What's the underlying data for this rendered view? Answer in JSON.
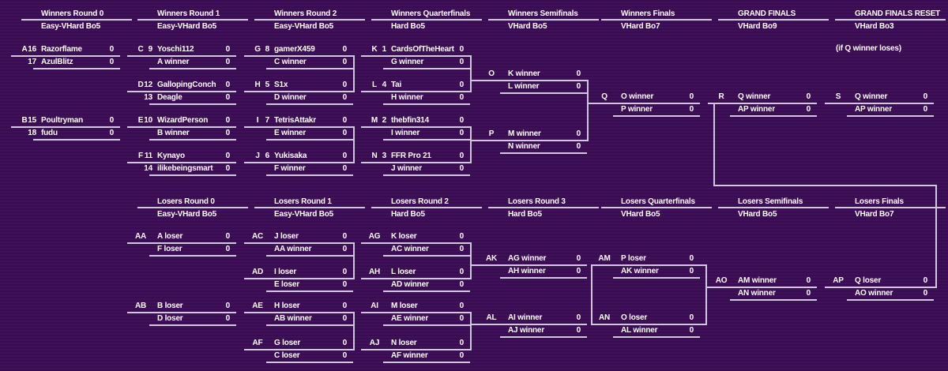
{
  "bracket": {
    "colors": {
      "background": "#3c0d55",
      "line": "#d0c8db",
      "text": "#ffffff"
    },
    "winners_headers": [
      {
        "col": 0,
        "title": "Winners Round 0",
        "subtitle": "Easy-VHard Bo5"
      },
      {
        "col": 1,
        "title": "Winners Round 1",
        "subtitle": "Easy-VHard Bo5"
      },
      {
        "col": 2,
        "title": "Winners Round 2",
        "subtitle": "Easy-VHard Bo5"
      },
      {
        "col": 3,
        "title": "Winners Quarterfinals",
        "subtitle": "Hard Bo5"
      },
      {
        "col": 4,
        "title": "Winners Semifinals",
        "subtitle": "VHard Bo5"
      },
      {
        "col": 5,
        "title": "Winners Finals",
        "subtitle": "VHard Bo7"
      },
      {
        "col": 6,
        "title": "GRAND FINALS",
        "subtitle": "VHard Bo9"
      },
      {
        "col": 7,
        "title": "GRAND FINALS RESET",
        "subtitle": "VHard Bo3"
      }
    ],
    "losers_headers": [
      {
        "col": 1,
        "title": "Losers Round 0",
        "subtitle": "Easy-VHard Bo5"
      },
      {
        "col": 2,
        "title": "Losers Round 1",
        "subtitle": "Easy-VHard Bo5"
      },
      {
        "col": 3,
        "title": "Losers Round 2",
        "subtitle": "Hard Bo5"
      },
      {
        "col": 4,
        "title": "Losers Round 3",
        "subtitle": "Hard Bo5"
      },
      {
        "col": 5,
        "title": "Losers Quarterfinals",
        "subtitle": "VHard Bo5"
      },
      {
        "col": 6,
        "title": "Losers Semifinals",
        "subtitle": "VHard Bo5"
      },
      {
        "col": 7,
        "title": "Losers Finals",
        "subtitle": "VHard Bo7"
      }
    ],
    "reset_note": "(if Q winner loses)",
    "matches": [
      {
        "label": "A",
        "slots": [
          {
            "seed": "16",
            "name": "Razorflame",
            "score": "0"
          },
          {
            "seed": "17",
            "name": "AzulBlitz",
            "score": "0"
          }
        ]
      },
      {
        "label": "B",
        "slots": [
          {
            "seed": "15",
            "name": "Poultryman",
            "score": "0"
          },
          {
            "seed": "18",
            "name": "fudu",
            "score": "0"
          }
        ]
      },
      {
        "label": "C",
        "slots": [
          {
            "seed": "9",
            "name": "Yoschi112",
            "score": "0"
          },
          {
            "seed": "",
            "name": "A winner",
            "score": "0"
          }
        ]
      },
      {
        "label": "D",
        "slots": [
          {
            "seed": "12",
            "name": "GallopingConch",
            "score": "0"
          },
          {
            "seed": "13",
            "name": "Deagle",
            "score": "0"
          }
        ]
      },
      {
        "label": "E",
        "slots": [
          {
            "seed": "10",
            "name": "WizardPerson",
            "score": "0"
          },
          {
            "seed": "",
            "name": "B winner",
            "score": "0"
          }
        ]
      },
      {
        "label": "F",
        "slots": [
          {
            "seed": "11",
            "name": "Kynayo",
            "score": "0"
          },
          {
            "seed": "14",
            "name": "ilikebeingsmart",
            "score": "0"
          }
        ]
      },
      {
        "label": "G",
        "slots": [
          {
            "seed": "8",
            "name": "gamerX459",
            "score": "0"
          },
          {
            "seed": "",
            "name": "C winner",
            "score": "0"
          }
        ]
      },
      {
        "label": "H",
        "slots": [
          {
            "seed": "5",
            "name": "S1x",
            "score": "0"
          },
          {
            "seed": "",
            "name": "D winner",
            "score": "0"
          }
        ]
      },
      {
        "label": "I",
        "slots": [
          {
            "seed": "7",
            "name": "TetrisAttakr",
            "score": "0"
          },
          {
            "seed": "",
            "name": "E winner",
            "score": "0"
          }
        ]
      },
      {
        "label": "J",
        "slots": [
          {
            "seed": "6",
            "name": "Yukisaka",
            "score": "0"
          },
          {
            "seed": "",
            "name": "F winner",
            "score": "0"
          }
        ]
      },
      {
        "label": "K",
        "slots": [
          {
            "seed": "1",
            "name": "CardsOfTheHeart",
            "score": "0"
          },
          {
            "seed": "",
            "name": "G winner",
            "score": "0"
          }
        ]
      },
      {
        "label": "L",
        "slots": [
          {
            "seed": "4",
            "name": "Tai",
            "score": "0"
          },
          {
            "seed": "",
            "name": "H winner",
            "score": "0"
          }
        ]
      },
      {
        "label": "M",
        "slots": [
          {
            "seed": "2",
            "name": "thebfin314",
            "score": "0"
          },
          {
            "seed": "",
            "name": "I winner",
            "score": "0"
          }
        ]
      },
      {
        "label": "N",
        "slots": [
          {
            "seed": "3",
            "name": "FFR Pro 21",
            "score": "0"
          },
          {
            "seed": "",
            "name": "J winner",
            "score": "0"
          }
        ]
      },
      {
        "label": "O",
        "slots": [
          {
            "seed": "",
            "name": "K winner",
            "score": "0"
          },
          {
            "seed": "",
            "name": "L winner",
            "score": "0"
          }
        ]
      },
      {
        "label": "P",
        "slots": [
          {
            "seed": "",
            "name": "M winner",
            "score": "0"
          },
          {
            "seed": "",
            "name": "N winner",
            "score": "0"
          }
        ]
      },
      {
        "label": "Q",
        "slots": [
          {
            "seed": "",
            "name": "O winner",
            "score": "0"
          },
          {
            "seed": "",
            "name": "P winner",
            "score": "0"
          }
        ]
      },
      {
        "label": "R",
        "slots": [
          {
            "seed": "",
            "name": "Q winner",
            "score": "0"
          },
          {
            "seed": "",
            "name": "AP winner",
            "score": "0"
          }
        ]
      },
      {
        "label": "S",
        "slots": [
          {
            "seed": "",
            "name": "Q winner",
            "score": "0"
          },
          {
            "seed": "",
            "name": "AP winner",
            "score": "0"
          }
        ]
      },
      {
        "label": "AA",
        "slots": [
          {
            "seed": "",
            "name": "A loser",
            "score": "0"
          },
          {
            "seed": "",
            "name": "F loser",
            "score": "0"
          }
        ]
      },
      {
        "label": "AB",
        "slots": [
          {
            "seed": "",
            "name": "B loser",
            "score": "0"
          },
          {
            "seed": "",
            "name": "D loser",
            "score": "0"
          }
        ]
      },
      {
        "label": "AC",
        "slots": [
          {
            "seed": "",
            "name": "J loser",
            "score": "0"
          },
          {
            "seed": "",
            "name": "AA winner",
            "score": "0"
          }
        ]
      },
      {
        "label": "AD",
        "slots": [
          {
            "seed": "",
            "name": "I loser",
            "score": "0"
          },
          {
            "seed": "",
            "name": "E loser",
            "score": "0"
          }
        ]
      },
      {
        "label": "AE",
        "slots": [
          {
            "seed": "",
            "name": "H loser",
            "score": "0"
          },
          {
            "seed": "",
            "name": "AB winner",
            "score": "0"
          }
        ]
      },
      {
        "label": "AF",
        "slots": [
          {
            "seed": "",
            "name": "G loser",
            "score": "0"
          },
          {
            "seed": "",
            "name": "C loser",
            "score": "0"
          }
        ]
      },
      {
        "label": "AG",
        "slots": [
          {
            "seed": "",
            "name": "K loser",
            "score": "0"
          },
          {
            "seed": "",
            "name": "AC winner",
            "score": "0"
          }
        ]
      },
      {
        "label": "AH",
        "slots": [
          {
            "seed": "",
            "name": "L loser",
            "score": "0"
          },
          {
            "seed": "",
            "name": "AD winner",
            "score": "0"
          }
        ]
      },
      {
        "label": "AI",
        "slots": [
          {
            "seed": "",
            "name": "M loser",
            "score": "0"
          },
          {
            "seed": "",
            "name": "AE winner",
            "score": "0"
          }
        ]
      },
      {
        "label": "AJ",
        "slots": [
          {
            "seed": "",
            "name": "N loser",
            "score": "0"
          },
          {
            "seed": "",
            "name": "AF winner",
            "score": "0"
          }
        ]
      },
      {
        "label": "AK",
        "slots": [
          {
            "seed": "",
            "name": "AG winner",
            "score": "0"
          },
          {
            "seed": "",
            "name": "AH winner",
            "score": "0"
          }
        ]
      },
      {
        "label": "AL",
        "slots": [
          {
            "seed": "",
            "name": "AI winner",
            "score": "0"
          },
          {
            "seed": "",
            "name": "AJ winner",
            "score": "0"
          }
        ]
      },
      {
        "label": "AM",
        "slots": [
          {
            "seed": "",
            "name": "P loser",
            "score": "0"
          },
          {
            "seed": "",
            "name": "AK winner",
            "score": "0"
          }
        ]
      },
      {
        "label": "AN",
        "slots": [
          {
            "seed": "",
            "name": "O loser",
            "score": "0"
          },
          {
            "seed": "",
            "name": "AL winner",
            "score": "0"
          }
        ]
      },
      {
        "label": "AO",
        "slots": [
          {
            "seed": "",
            "name": "AM winner",
            "score": "0"
          },
          {
            "seed": "",
            "name": "AN winner",
            "score": "0"
          }
        ]
      },
      {
        "label": "AP",
        "slots": [
          {
            "seed": "",
            "name": "Q loser",
            "score": "0"
          },
          {
            "seed": "",
            "name": "AO winner",
            "score": "0"
          }
        ]
      }
    ]
  }
}
